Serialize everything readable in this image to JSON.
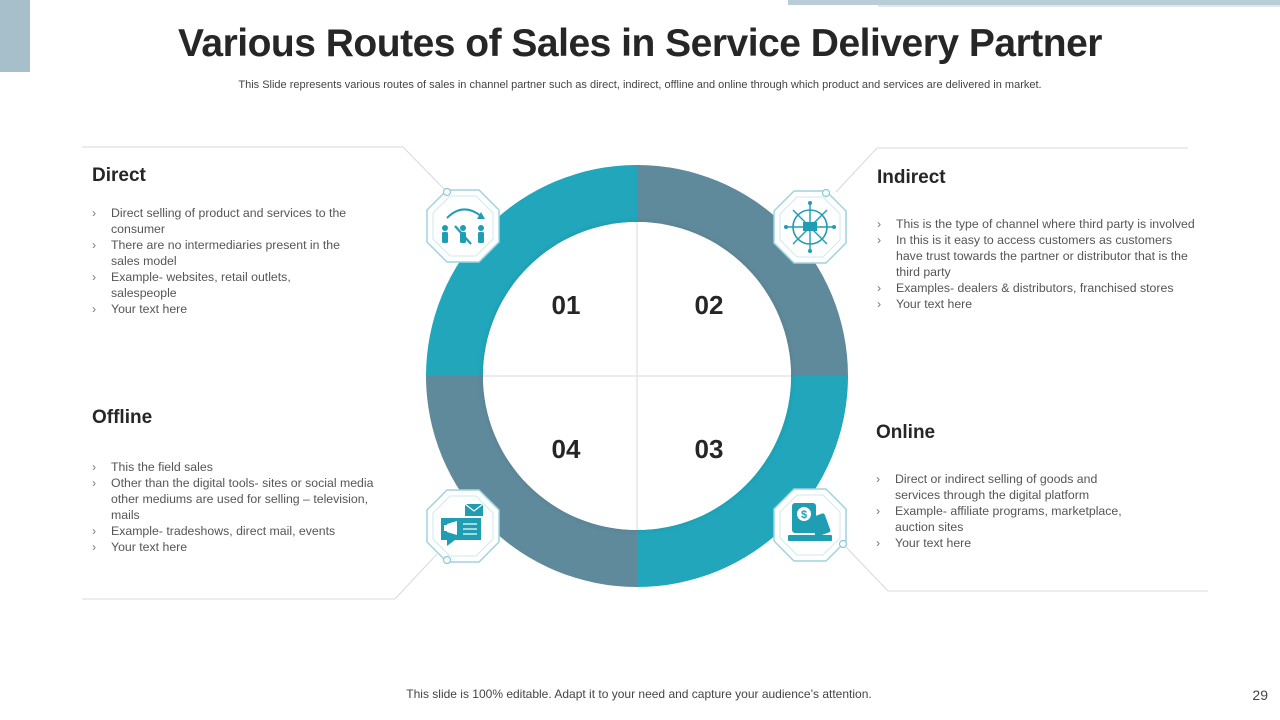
{
  "slide": {
    "title": "Various Routes of Sales in Service Delivery Partner",
    "subtitle": "This Slide represents various routes of sales in channel partner such as direct, indirect, offline and online through which product and services are delivered in market.",
    "footer": "This slide is 100% editable. Adapt it to your need and capture your audience’s attention.",
    "page_number": "29"
  },
  "colors": {
    "teal": "#21a6bb",
    "slate": "#5f8a9c",
    "icon": "#1f9db3"
  },
  "quadrants": [
    {
      "number": "01",
      "icon": "people-channel-icon"
    },
    {
      "number": "02",
      "icon": "distribution-hub-icon"
    },
    {
      "number": "03",
      "icon": "online-payment-icon"
    },
    {
      "number": "04",
      "icon": "marketing-mail-icon"
    }
  ],
  "panels": {
    "direct": {
      "heading": "Direct",
      "bullets": [
        "Direct selling of product and services to the consumer",
        "There are no intermediaries present in the sales model",
        "Example- websites, retail outlets, salespeople",
        "Your text here"
      ]
    },
    "indirect": {
      "heading": "Indirect",
      "bullets": [
        "This is the type of channel where third party is involved",
        "In this is it easy to access customers as customers have trust towards the partner or distributor that is the third party",
        "Examples- dealers & distributors, franchised stores",
        "Your text here"
      ]
    },
    "offline": {
      "heading": "Offline",
      "bullets": [
        "This the field sales",
        "Other than the digital tools- sites or social media other mediums are used for selling – television, mails",
        "Example- tradeshows, direct mail, events",
        "Your text here"
      ]
    },
    "online": {
      "heading": "Online",
      "bullets": [
        "Direct or indirect selling of goods and services through the digital platform",
        "Example- affiliate programs, marketplace, auction sites",
        "Your text here"
      ]
    }
  }
}
